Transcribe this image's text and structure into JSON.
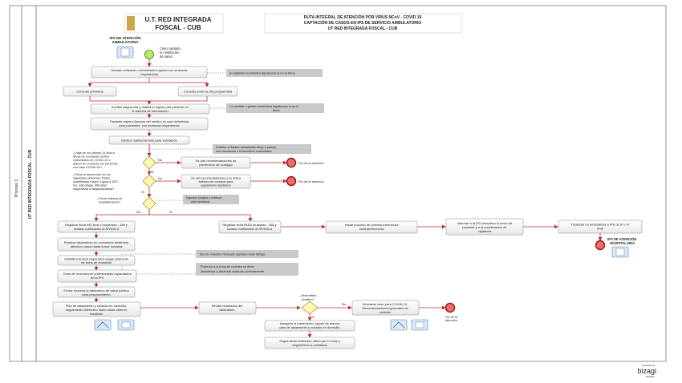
{
  "header": {
    "logo_line1": "U.T. RED INTEGRADA",
    "logo_line2": "FOSCAL - CUB",
    "title_line1": "RUTA INTEGRAL DE ATENCIÓN POR VIRUS NCoV - COVID 19",
    "title_line2": "CAPTACIÓN DE CASOS EN IPS DE SERVICIO AMBULATORIO",
    "title_line3": "UT RED INTEGRADA FOSCAL - CUB"
  },
  "pool": {
    "label": "Proceso 1",
    "lane": "UT RED INTEGRADA FOSCAL - CUB"
  },
  "start": {
    "ips_line1": "IPS DE ATENCIÓN",
    "ips_line2": "AMBULATORIA",
    "event_line1": "Caso captado",
    "event_line2": "en institución",
    "event_line3": "de salud"
  },
  "tasks": {
    "t1_l1": "Usuario cotizante o beneficiario ingresa con síntomas",
    "t1_l2": "respiratorios",
    "t2": "Consulta prioritaria",
    "t3": "Consulta externa cita programada",
    "t4_l1": "Auxiliar asigna cita y realiza el ingreso del paciente en",
    "t4_l2": "el sistema de información",
    "t5_l1": "Paciente espera llamado del médico en sala delimitada",
    "t5_l2": "para pacientes, con síntomas respiratorios",
    "t6": "Médico realiza llamado para valoración",
    "t7_l1": "Registrar ficha INS leve o moderado - 346 y",
    "t7_l2": "realizar notificación al SIVIGILA",
    "t8_l1": "Realizar aislamiento en consultorio destinado",
    "t8_l2": "atención casos hasta tomar muestra",
    "t9_l1": "Solicitar insumos requeridos según protocolo",
    "t9_l2": "de toma de muestras",
    "t10_l1": "Toma de muestra por profesionales capacitados",
    "t10_l2": "en la IPS",
    "t11_l1": "Enviar muestra al laboratorio de salud pública",
    "t11_l2": "para procesamiento",
    "t12_l1": "Plan de aislamiento y cuidado en domicilio,",
    "t12_l2": "seguimiento telefónico diario hasta obtener",
    "t12_l3": "resultado",
    "t13_l1": "Recibir resultados del",
    "t13_l2": "laboratorio",
    "t14_l1": "Asegurar el tratamiento, signos de alarma",
    "t14_l2": "plan de aislamiento y cuidado en domicilio",
    "t15_l1": "Seguimiento telefónico diario por 14 días y",
    "t15_l2": "seguimiento a contactos",
    "t16_l1": "Descartar caso para COVID-19,",
    "t16_l2": "Recomendaciones generales de",
    "t16_l3": "cuidado",
    "t17_l1": "Registrar ficha IRAG inusitado - 348 y",
    "t17_l2": "realizar notificación al SIVIGILA",
    "t18_l1": "Iniciar proceso de remisión/referencia",
    "t18_l2": "contrarreferencia",
    "t19_l1": "Informar a la IPS receptora el envío de",
    "t19_l2": "paciente y a la coordinación de",
    "t19_l3": "vigilancia",
    "t20_l1": "Trasladar en ambulancia a IPS de III o IV",
    "t20_l2": "nivel",
    "t21_l1": "Se dan recomendaciones de",
    "t21_l2": "prevención de contagio",
    "t22_l1": "Se dan recomendaciones y se indica",
    "t22_l2": "teléfono de contacto para",
    "t22_l3": "seguimiento telefónico"
  },
  "gateways": {
    "g1_l1": "¿Viaje en los últimos 14 días a",
    "g1_l2": "áreas de circulación activa",
    "g1_l3": "comunitaria de COVID-19 o",
    "g1_l4": "estuvo en contacto con personas",
    "g1_l5": "con caso COVID-19?",
    "g2_l1": "¿Tiene al menos dos de los",
    "g2_l2": "siguientes síntomas: Fiebre",
    "g2_l3": "cuantificada mayor o igual a 38°C,",
    "g2_l4": "tos, odinofagia, dificultad",
    "g2_l5": "respiratoria o fatiga/adinamia?",
    "g3_l1": "¿Tiene criterios de",
    "g3_l2": "hospitalización?",
    "g4_l1": "¿Resultado",
    "g4_l2": "positivo?"
  },
  "labels": {
    "no": "No",
    "si": "Si",
    "yes": "Sí"
  },
  "ends": {
    "e1": "Fin de la atención",
    "e2": "Fin de la atención",
    "e3_l1": "Fin de la",
    "e3_l2": "atención",
    "ips_hosp_l1": "IPS DE ATENCIÓN",
    "ips_hosp_l2": "HOSPITALARIA"
  },
  "annotations": {
    "a1": "El vigilante suministra tapabocas si no lo tiene",
    "a2_l1": "La auxiliar o gestor suministra tapabocas si no lo",
    "a2_l2": "tiene",
    "a3_l1": "Solicitar el listado actualizado de(s) o país(s)",
    "a3_l2": "con circulación o transmisión comunitaria",
    "a4_l1": "Ingresar (virgilia y notificar",
    "a4_l2": "ente territorial",
    "a5": "Tipo de muestra: hisopado aspirado naso faringe",
    "a6_l1": "Posterior a la toma de muestra se debe",
    "a6_l2": "desinfectar y desechar residuos correctamente"
  },
  "footer": {
    "powered": "Powered by",
    "brand": "bizagi",
    "sub": "Modeler"
  },
  "colors": {
    "red": "#c0282d",
    "gold": "#c8a84a",
    "gray_note": "#c9c9c9",
    "green": "#aef15a"
  }
}
